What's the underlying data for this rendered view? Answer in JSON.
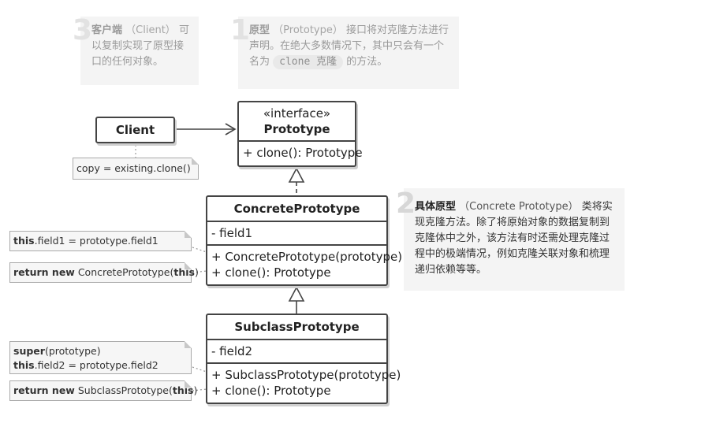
{
  "cards": {
    "client": {
      "number": "3",
      "title": "客户端",
      "en": "（Client）",
      "text": "可以复制实现了原型接口的任何对象。"
    },
    "prototype": {
      "number": "1",
      "title": "原型",
      "en": "（Prototype）",
      "text_before": "接口将对克隆方法进行声明。在绝大多数情况下，其中只会有一个名为",
      "code": "clone 克隆",
      "text_after": "的方法。"
    },
    "concrete": {
      "number": "2",
      "title": "具体原型",
      "en": "（Concrete Prototype）",
      "text": "类将实现克隆方法。除了将原始对象的数据复制到克隆体中之外，该方法有时还需处理克隆过程中的极端情况，例如克隆关联对象和梳理递归依赖等等。"
    }
  },
  "uml": {
    "client": {
      "name": "Client"
    },
    "prototype": {
      "stereotype": "«interface»",
      "name": "Prototype",
      "methods": [
        "+ clone(): Prototype"
      ]
    },
    "concrete": {
      "name": "ConcretePrototype",
      "fields": [
        "- field1"
      ],
      "methods": [
        "+ ConcretePrototype(prototype)",
        "+ clone(): Prototype"
      ]
    },
    "subclass": {
      "name": "SubclassPrototype",
      "fields": [
        "- field2"
      ],
      "methods": [
        "+ SubclassPrototype(prototype)",
        "+ clone(): Prototype"
      ]
    }
  },
  "notes": {
    "client_copy": "copy = existing.clone()",
    "concrete_ctor": {
      "kw": "this",
      "rest": ".field1 = prototype.field1"
    },
    "concrete_clone": {
      "kw1": "return new",
      "mid": " ConcretePrototype(",
      "kw2": "this",
      "end": ")"
    },
    "subclass_ctor": {
      "kw1": "super",
      "rest1": "(prototype)",
      "kw2": "this",
      "rest2": ".field2 = prototype.field2"
    },
    "subclass_clone": {
      "kw1": "return new",
      "mid": " SubclassPrototype(",
      "kw2": "this",
      "end": ")"
    }
  }
}
